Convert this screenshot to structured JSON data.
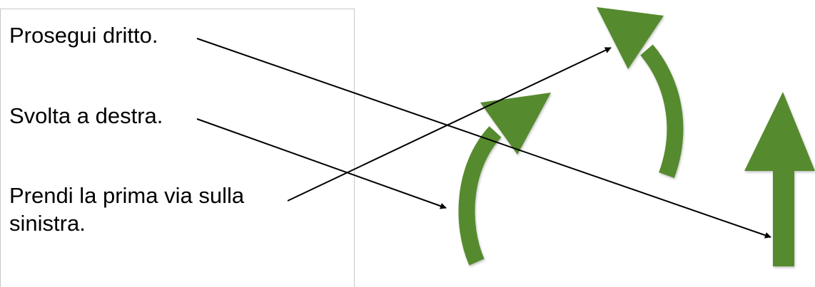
{
  "phrases": [
    {
      "label": "Prosegui dritto."
    },
    {
      "label": "Svolta a destra."
    },
    {
      "label_line1": "Prendi la prima via sulla",
      "label_line2": "sinistra."
    }
  ],
  "icons": [
    {
      "name": "curved-arrow-right-icon",
      "color": "#578a2e"
    },
    {
      "name": "curved-arrow-left-icon",
      "color": "#578a2e"
    },
    {
      "name": "straight-arrow-up-icon",
      "color": "#578a2e"
    }
  ],
  "colors": {
    "arrow_fill": "#578a2e",
    "connector_line": "#000000",
    "panel_border": "#c8c8c8"
  }
}
